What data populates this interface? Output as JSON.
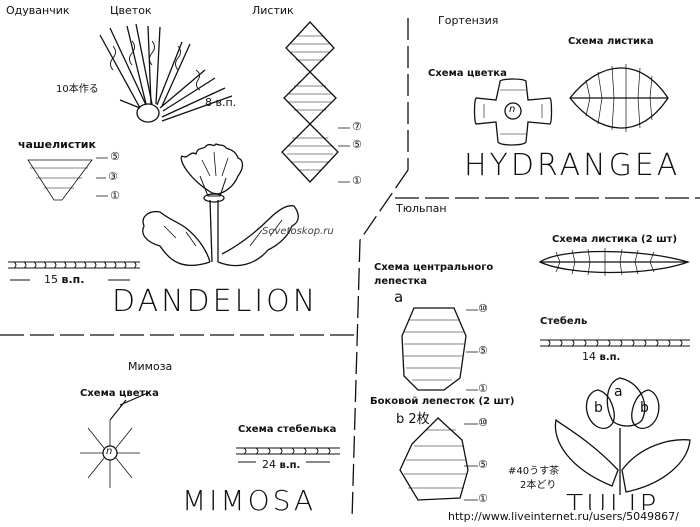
{
  "sections": {
    "dandelion": {
      "label_ru": "Одуванчик",
      "flower_label": "Цветок",
      "leaf_label": "Листик",
      "sepal_label": "чашелистик",
      "make10_note": "10本作る",
      "petal_chain": "8 в.п.",
      "stem_chain_count": "15",
      "stem_chain_unit": "в.п.",
      "title": "DANDELION",
      "leaf_rows": [
        "⑦",
        "⑤",
        "①"
      ],
      "sepal_rows": [
        "⑤",
        "③",
        "①"
      ]
    },
    "hydrangea": {
      "label_ru": "Гортензия",
      "flower_scheme": "Схема цветка",
      "leaf_scheme": "Схема листика",
      "title": "HYDRANGEA",
      "center_mark": "n"
    },
    "tulip": {
      "label_ru": "Тюльпан",
      "leaf_scheme": "Схема листика (2 шт)",
      "center_petal_scheme_line1": "Схема центрального",
      "center_petal_scheme_line2": "лепестка",
      "petal_a": "a",
      "side_petal_scheme": "Боковой лепесток (2 шт)",
      "petal_b_note": "b 2枚",
      "stem_label": "Стебель",
      "stem_chain_count": "14",
      "stem_chain_unit": "в.п.",
      "yarn_note_line1": "#40うす茶",
      "yarn_note_line2": "2本どり",
      "title": "TULIP",
      "petal_a_rows": [
        "⑩",
        "⑤",
        "①"
      ],
      "petal_b_rows": [
        "⑩",
        "⑤",
        "①"
      ],
      "illus_a": "a",
      "illus_b_left": "b",
      "illus_b_right": "b"
    },
    "mimosa": {
      "label_ru": "Мимоза",
      "flower_scheme": "Схема цветка",
      "stem_scheme": "Схема стебелька",
      "stem_chain_count": "24",
      "stem_chain_unit": "в.п.",
      "title": "MIMOSA",
      "center_mark": "n"
    }
  },
  "watermark": "Sovetoskop.ru",
  "source_url": "http://www.liveinternet.ru/users/5049867/"
}
